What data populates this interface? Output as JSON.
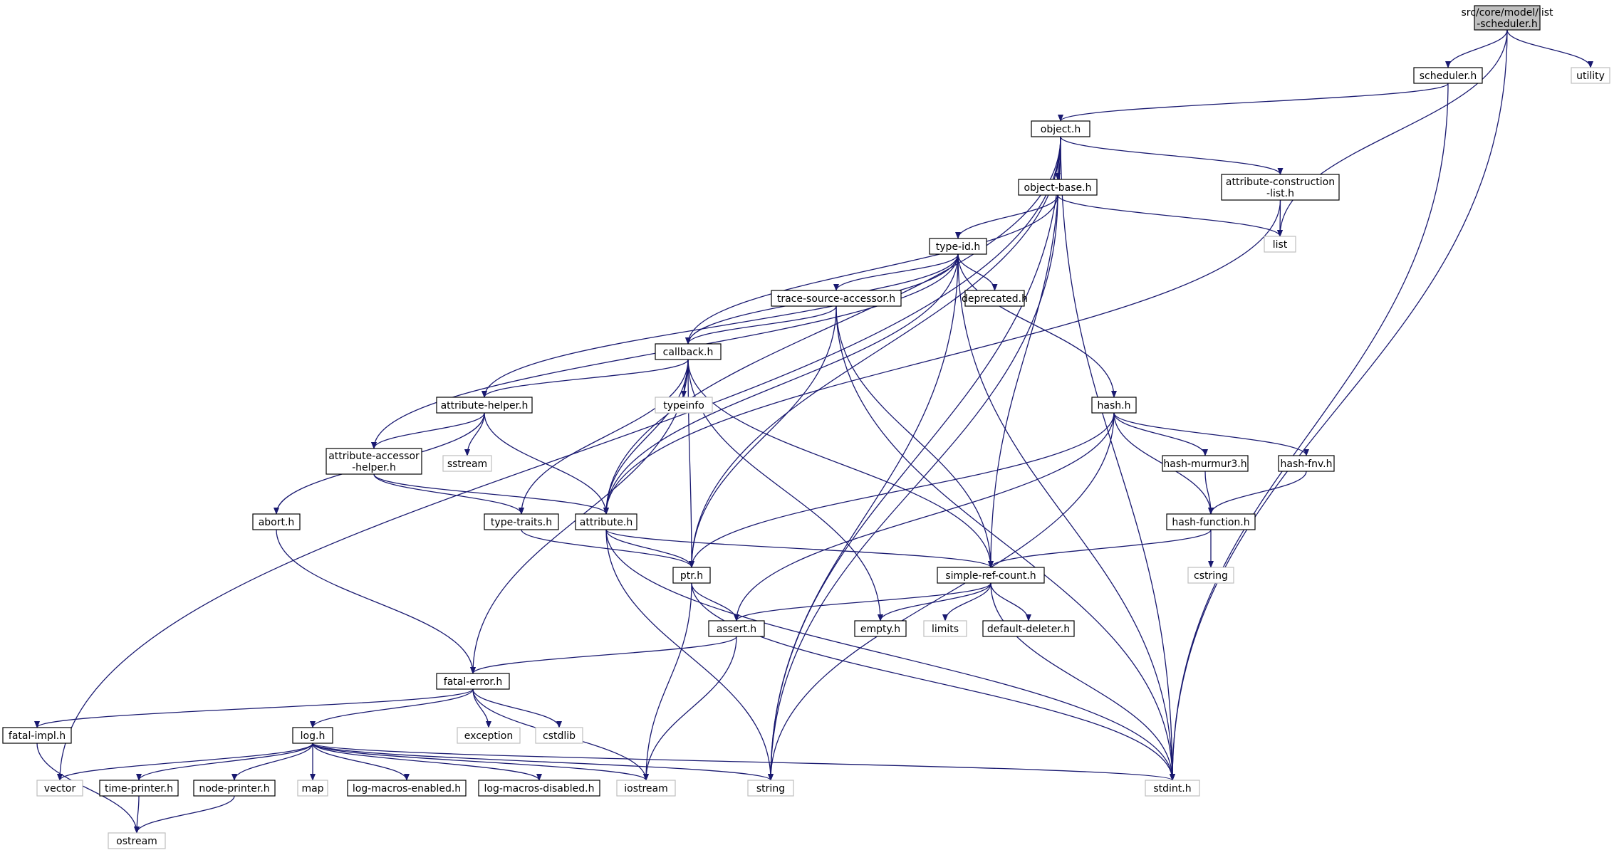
{
  "title": "src/core/model/list-scheduler.h",
  "colors": {
    "edge": "#191970",
    "root_fill": "#bfbfbf",
    "system_border": "#bfbfbf",
    "node_border": "#000000"
  },
  "nodes": [
    {
      "id": "root",
      "kind": "root",
      "lines": [
        "src/core/model/list",
        "-scheduler.h"
      ]
    },
    {
      "id": "scheduler",
      "kind": "local",
      "lines": [
        "scheduler.h"
      ]
    },
    {
      "id": "utility",
      "kind": "system",
      "lines": [
        "utility"
      ]
    },
    {
      "id": "object",
      "kind": "local",
      "lines": [
        "object.h"
      ]
    },
    {
      "id": "objectbase",
      "kind": "local",
      "lines": [
        "object-base.h"
      ]
    },
    {
      "id": "attrconstr",
      "kind": "local",
      "lines": [
        "attribute-construction",
        "-list.h"
      ]
    },
    {
      "id": "list",
      "kind": "system",
      "lines": [
        "list"
      ]
    },
    {
      "id": "typeid",
      "kind": "local",
      "lines": [
        "type-id.h"
      ]
    },
    {
      "id": "tsa",
      "kind": "local",
      "lines": [
        "trace-source-accessor.h"
      ]
    },
    {
      "id": "deprecated",
      "kind": "local",
      "lines": [
        "deprecated.h"
      ]
    },
    {
      "id": "callback",
      "kind": "local",
      "lines": [
        "callback.h"
      ]
    },
    {
      "id": "attrhelper",
      "kind": "local",
      "lines": [
        "attribute-helper.h"
      ]
    },
    {
      "id": "typeinfo",
      "kind": "system",
      "lines": [
        "typeinfo"
      ]
    },
    {
      "id": "hash",
      "kind": "local",
      "lines": [
        "hash.h"
      ]
    },
    {
      "id": "attraccessor",
      "kind": "local",
      "lines": [
        "attribute-accessor",
        "-helper.h"
      ]
    },
    {
      "id": "sstream",
      "kind": "system",
      "lines": [
        "sstream"
      ]
    },
    {
      "id": "murmur",
      "kind": "local",
      "lines": [
        "hash-murmur3.h"
      ]
    },
    {
      "id": "fnv",
      "kind": "local",
      "lines": [
        "hash-fnv.h"
      ]
    },
    {
      "id": "abort",
      "kind": "local",
      "lines": [
        "abort.h"
      ]
    },
    {
      "id": "typetraits",
      "kind": "local",
      "lines": [
        "type-traits.h"
      ]
    },
    {
      "id": "attribute",
      "kind": "local",
      "lines": [
        "attribute.h"
      ]
    },
    {
      "id": "hashfunc",
      "kind": "local",
      "lines": [
        "hash-function.h"
      ]
    },
    {
      "id": "ptr",
      "kind": "local",
      "lines": [
        "ptr.h"
      ]
    },
    {
      "id": "src",
      "kind": "local",
      "lines": [
        "simple-ref-count.h"
      ]
    },
    {
      "id": "cstring",
      "kind": "system",
      "lines": [
        "cstring"
      ]
    },
    {
      "id": "assert",
      "kind": "local",
      "lines": [
        "assert.h"
      ]
    },
    {
      "id": "empty",
      "kind": "local",
      "lines": [
        "empty.h"
      ]
    },
    {
      "id": "limits",
      "kind": "system",
      "lines": [
        "limits"
      ]
    },
    {
      "id": "defdel",
      "kind": "local",
      "lines": [
        "default-deleter.h"
      ]
    },
    {
      "id": "fatalerror",
      "kind": "local",
      "lines": [
        "fatal-error.h"
      ]
    },
    {
      "id": "fatalimpl",
      "kind": "local",
      "lines": [
        "fatal-impl.h"
      ]
    },
    {
      "id": "exception",
      "kind": "system",
      "lines": [
        "exception"
      ]
    },
    {
      "id": "cstdlib",
      "kind": "system",
      "lines": [
        "cstdlib"
      ]
    },
    {
      "id": "log",
      "kind": "local",
      "lines": [
        "log.h"
      ]
    },
    {
      "id": "vector",
      "kind": "system",
      "lines": [
        "vector"
      ]
    },
    {
      "id": "timeprinter",
      "kind": "local",
      "lines": [
        "time-printer.h"
      ]
    },
    {
      "id": "nodeprinter",
      "kind": "local",
      "lines": [
        "node-printer.h"
      ]
    },
    {
      "id": "map",
      "kind": "system",
      "lines": [
        "map"
      ]
    },
    {
      "id": "lme",
      "kind": "local",
      "lines": [
        "log-macros-enabled.h"
      ]
    },
    {
      "id": "lmd",
      "kind": "local",
      "lines": [
        "log-macros-disabled.h"
      ]
    },
    {
      "id": "iostream",
      "kind": "system",
      "lines": [
        "iostream"
      ]
    },
    {
      "id": "string",
      "kind": "system",
      "lines": [
        "string"
      ]
    },
    {
      "id": "stdint",
      "kind": "system",
      "lines": [
        "stdint.h"
      ]
    },
    {
      "id": "ostream",
      "kind": "system",
      "lines": [
        "ostream"
      ]
    }
  ],
  "edges": [
    [
      "root",
      "scheduler"
    ],
    [
      "root",
      "utility"
    ],
    [
      "root",
      "list"
    ],
    [
      "root",
      "stdint"
    ],
    [
      "scheduler",
      "object"
    ],
    [
      "scheduler",
      "stdint"
    ],
    [
      "object",
      "objectbase"
    ],
    [
      "object",
      "attrconstr"
    ],
    [
      "object",
      "vector"
    ],
    [
      "object",
      "ptr"
    ],
    [
      "object",
      "attribute"
    ],
    [
      "object",
      "string"
    ],
    [
      "object",
      "src"
    ],
    [
      "object",
      "stdint"
    ],
    [
      "objectbase",
      "typeid"
    ],
    [
      "objectbase",
      "callback"
    ],
    [
      "objectbase",
      "list"
    ],
    [
      "objectbase",
      "string"
    ],
    [
      "attrconstr",
      "list"
    ],
    [
      "attrconstr",
      "attribute"
    ],
    [
      "typeid",
      "tsa"
    ],
    [
      "typeid",
      "deprecated"
    ],
    [
      "typeid",
      "callback"
    ],
    [
      "typeid",
      "attrhelper"
    ],
    [
      "typeid",
      "attraccessor"
    ],
    [
      "typeid",
      "hash"
    ],
    [
      "typeid",
      "attribute"
    ],
    [
      "typeid",
      "string"
    ],
    [
      "typeid",
      "stdint"
    ],
    [
      "tsa",
      "callback"
    ],
    [
      "tsa",
      "ptr"
    ],
    [
      "tsa",
      "src"
    ],
    [
      "tsa",
      "stdint"
    ],
    [
      "callback",
      "attrhelper"
    ],
    [
      "callback",
      "typeinfo"
    ],
    [
      "callback",
      "typetraits"
    ],
    [
      "callback",
      "attribute"
    ],
    [
      "callback",
      "ptr"
    ],
    [
      "callback",
      "fatalerror"
    ],
    [
      "callback",
      "src"
    ],
    [
      "callback",
      "empty"
    ],
    [
      "attrhelper",
      "attraccessor"
    ],
    [
      "attrhelper",
      "sstream"
    ],
    [
      "attrhelper",
      "abort"
    ],
    [
      "attrhelper",
      "attribute"
    ],
    [
      "attraccessor",
      "attribute"
    ],
    [
      "attraccessor",
      "typetraits"
    ],
    [
      "hash",
      "murmur"
    ],
    [
      "hash",
      "fnv"
    ],
    [
      "hash",
      "hashfunc"
    ],
    [
      "hash",
      "ptr"
    ],
    [
      "hash",
      "assert"
    ],
    [
      "hash",
      "string"
    ],
    [
      "murmur",
      "hashfunc"
    ],
    [
      "fnv",
      "hashfunc"
    ],
    [
      "hashfunc",
      "src"
    ],
    [
      "hashfunc",
      "cstring"
    ],
    [
      "abort",
      "fatalerror"
    ],
    [
      "typetraits",
      "ptr"
    ],
    [
      "attribute",
      "ptr"
    ],
    [
      "attribute",
      "src"
    ],
    [
      "attribute",
      "string"
    ],
    [
      "attribute",
      "stdint"
    ],
    [
      "ptr",
      "assert"
    ],
    [
      "ptr",
      "iostream"
    ],
    [
      "ptr",
      "stdint"
    ],
    [
      "src",
      "assert"
    ],
    [
      "src",
      "empty"
    ],
    [
      "src",
      "limits"
    ],
    [
      "src",
      "defdel"
    ],
    [
      "src",
      "stdint"
    ],
    [
      "assert",
      "fatalerror"
    ],
    [
      "assert",
      "iostream"
    ],
    [
      "fatalerror",
      "fatalimpl"
    ],
    [
      "fatalerror",
      "log"
    ],
    [
      "fatalerror",
      "exception"
    ],
    [
      "fatalerror",
      "cstdlib"
    ],
    [
      "fatalerror",
      "iostream"
    ],
    [
      "fatalimpl",
      "ostream"
    ],
    [
      "log",
      "vector"
    ],
    [
      "log",
      "timeprinter"
    ],
    [
      "log",
      "nodeprinter"
    ],
    [
      "log",
      "map"
    ],
    [
      "log",
      "lme"
    ],
    [
      "log",
      "lmd"
    ],
    [
      "log",
      "iostream"
    ],
    [
      "log",
      "string"
    ],
    [
      "log",
      "stdint"
    ],
    [
      "timeprinter",
      "ostream"
    ],
    [
      "nodeprinter",
      "ostream"
    ]
  ]
}
